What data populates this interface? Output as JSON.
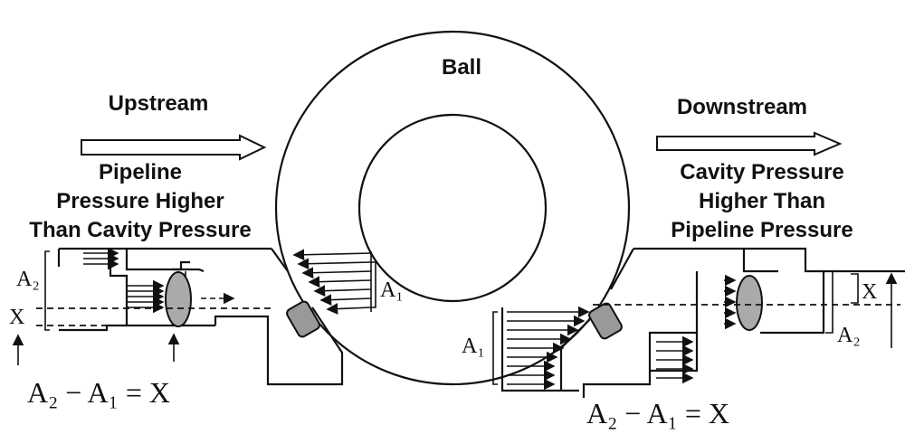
{
  "labels": {
    "ball": "Ball",
    "upstream": "Upstream",
    "downstream": "Downstream",
    "left_caption": [
      "Pipeline",
      "Pressure Higher",
      "Than Cavity Pressure"
    ],
    "right_caption": [
      "Cavity Pressure",
      "Higher Than",
      "Pipeline Pressure"
    ]
  },
  "left_symbols": {
    "a1": "A₁",
    "a2": "A₂",
    "x": "X",
    "equation": "A₂ − A₁ = X"
  },
  "right_symbols": {
    "a1": "A₁",
    "a2": "A₂",
    "x": "X",
    "equation": "A₂ − A₁ = X"
  }
}
